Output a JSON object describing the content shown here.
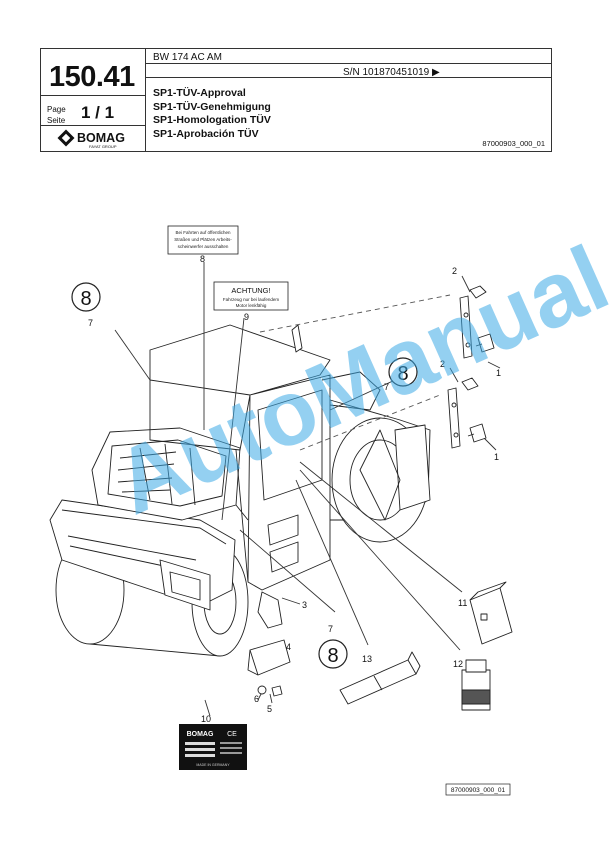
{
  "header": {
    "page_number": "150.41",
    "page_label_1": "Page",
    "page_label_2": "Seite",
    "page_value": "1  /  1",
    "brand": "BOMAG",
    "brand_sub": "FAYAT GROUP",
    "model": "BW 174 AC AM",
    "serial": "S/N 101870451019  ▶",
    "titles": [
      "SP1-TÜV-Approval",
      "SP1-TÜV-Genehmigung",
      "SP1-Homologation TÜV",
      "SP1-Aprobación TÜV"
    ],
    "doc_number": "87000903_000_01"
  },
  "drawing": {
    "sign_top_lines": [
      "Bei Fahrten auf öffentlichen",
      "Straßen und Plätzen Arbeits-",
      "scheinwerfer ausschalten"
    ],
    "sign_achtung_title": "ACHTUNG!",
    "sign_achtung_lines": [
      "Fahrzeug nur bei laufendem",
      "Motor lenkfähig"
    ],
    "speed_sign": "8",
    "callouts": [
      "1",
      "1",
      "2",
      "2",
      "3",
      "4",
      "5",
      "6",
      "7",
      "7",
      "7",
      "8",
      "9",
      "10",
      "11",
      "12",
      "13"
    ],
    "plate_brand": "BOMAG",
    "plate_ce": "CE",
    "plate_footer": "MADE IN GERMANY",
    "drawing_ref": "87000903_000_01"
  },
  "watermark": "AutoManual"
}
